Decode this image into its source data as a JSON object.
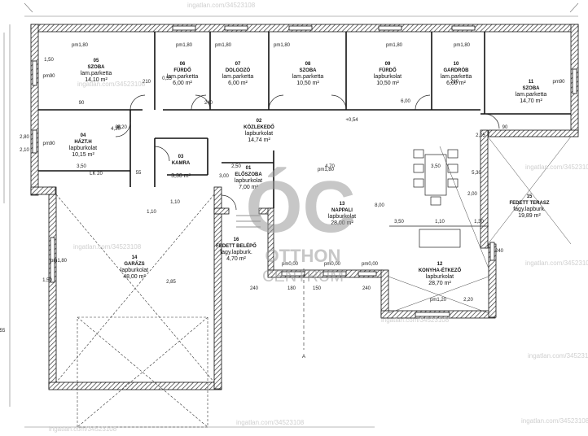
{
  "watermark": {
    "logo_letters": "ÓC",
    "logo_line1": "OTTHON",
    "logo_line2": "CENTRUM",
    "url": "ingatlan.com/34523108"
  },
  "rooms": [
    {
      "num": "05",
      "name": "SZOBA",
      "floor": "lam.parketta",
      "area": "14,10 m²"
    },
    {
      "num": "06",
      "name": "FÜRDŐ",
      "floor": "lam.parketta",
      "area": "6,00 m²"
    },
    {
      "num": "07",
      "name": "DOLGOZÓ",
      "floor": "lam.parketta",
      "area": "6,00 m²"
    },
    {
      "num": "08",
      "name": "SZOBA",
      "floor": "lam.parketta",
      "area": "10,50 m²"
    },
    {
      "num": "09",
      "name": "FÜRDŐ",
      "floor": "lapburkolat",
      "area": "10,50 m²"
    },
    {
      "num": "10",
      "name": "GARDRÓB",
      "floor": "lam.parketta",
      "area": "6,00 m²"
    },
    {
      "num": "11",
      "name": "SZOBA",
      "floor": "lam.parketta",
      "area": "14,70 m²"
    },
    {
      "num": "04",
      "name": "HÁZT.H",
      "floor": "lapburkolat",
      "area": "10,15 m²"
    },
    {
      "num": "02",
      "name": "KÖZLEKEDŐ",
      "floor": "lapburkolat",
      "area": "14,74 m²"
    },
    {
      "num": "03",
      "name": "KAMRA",
      "floor": "",
      "area": "3,30 m²"
    },
    {
      "num": "01",
      "name": "ELŐSZOBA",
      "floor": "lapburkolat",
      "area": "7,00 m²"
    },
    {
      "num": "13",
      "name": "NAPPALI",
      "floor": "lapburkolat",
      "area": "28,00 m²"
    },
    {
      "num": "15",
      "name": "FEDETT TERASZ",
      "floor": "fagy.lapburk.",
      "area": "19,89 m²"
    },
    {
      "num": "16",
      "name": "FEDETT BELÉPŐ",
      "floor": "fagy.lapburk.",
      "area": "4,70 m²"
    },
    {
      "num": "12",
      "name": "KONYHA-ÉTKEZŐ",
      "floor": "lapburkolat",
      "area": "28,70 m²"
    },
    {
      "num": "14",
      "name": "GARÁZS",
      "floor": "lapburkolat",
      "area": "48,00 m²"
    }
  ],
  "labels": {
    "level": "+0,54",
    "section": "A",
    "lk": "LK 20"
  },
  "dimensions": [
    "pm1,80",
    "pm1,80",
    "pm1,80",
    "pm1,80",
    "pm1,80",
    "pm1,80",
    "pm90",
    "pm90",
    "pm90",
    "pm1,80",
    "pm1,20",
    "pm1,80",
    "pm0,00",
    "pm0,00",
    "pm0,00",
    "3,50",
    "2,50",
    "4,70",
    "3,50",
    "3,50",
    "1,10",
    "1,30",
    "1,10",
    "2,85",
    "8,00",
    "5,30",
    "3,00",
    "8,20",
    "2,80",
    "2,10",
    "1,50",
    "1,50",
    "180",
    "150",
    "240",
    "240",
    "240",
    "240",
    "90",
    "90",
    "90",
    "210",
    "210",
    "55",
    "55",
    "1,10",
    "4,30",
    "2,05",
    "0,55",
    "2,00",
    "6,00",
    "2,20",
    "1,20",
    "150"
  ]
}
